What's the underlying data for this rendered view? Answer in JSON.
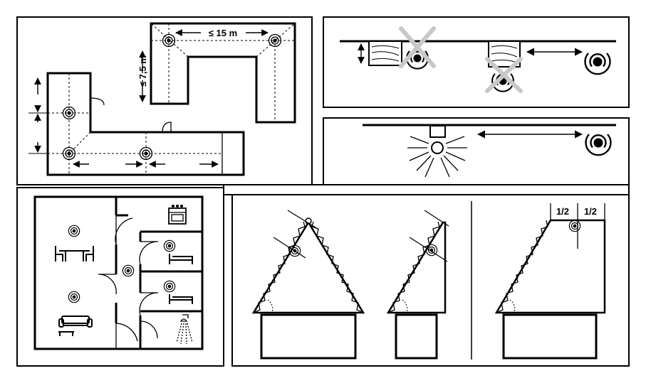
{
  "panel_spacing": {
    "max_spacing_label": "≤ 15 m",
    "max_wall_distance_label": "≤ 7,5 m"
  },
  "panel_roof": {
    "half_left_label": "1/2",
    "half_right_label": "1/2"
  },
  "icons": {
    "detector": "smoke-detector-icon",
    "invalid": "cross-out-icon",
    "lamp": "lamp-icon",
    "stove": "stove-icon",
    "bed": "bed-icon",
    "table": "dining-table-icon",
    "sofa": "sofa-icon",
    "shower": "shower-icon"
  },
  "colors": {
    "ink": "#000000",
    "cross": "#c8c8c8",
    "background": "#ffffff"
  }
}
